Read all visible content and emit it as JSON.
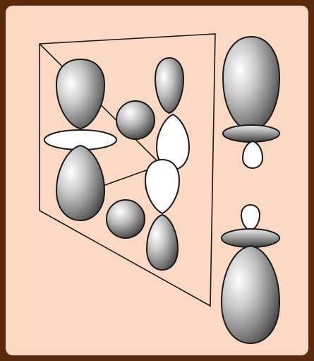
{
  "colors": {
    "frame": "#5a2a0e",
    "panel": "#fcd9c4",
    "lobe_shaded": "#8a8a8a",
    "lobe_empty": "#ffffff",
    "outline": "#1a1a1a"
  },
  "diagram": {
    "subject": "orbital-lobes-and-plane",
    "elements": [
      {
        "name": "plane",
        "kind": "quadrilateral"
      },
      {
        "name": "orbital-left-top-lobe",
        "kind": "lobe",
        "fill": "shaded"
      },
      {
        "name": "orbital-left-ring",
        "kind": "ring",
        "fill": "empty"
      },
      {
        "name": "orbital-left-bottom-lobe",
        "kind": "lobe",
        "fill": "shaded"
      },
      {
        "name": "sphere-upper",
        "kind": "sphere",
        "fill": "shaded"
      },
      {
        "name": "sphere-lower",
        "kind": "sphere",
        "fill": "shaded"
      },
      {
        "name": "orbital-center-top-lobe",
        "kind": "lobe",
        "fill": "shaded"
      },
      {
        "name": "orbital-center-upper-white-lobe",
        "kind": "lobe",
        "fill": "empty"
      },
      {
        "name": "orbital-center-lower-white-lobe",
        "kind": "lobe",
        "fill": "empty"
      },
      {
        "name": "orbital-center-bottom-lobe",
        "kind": "lobe",
        "fill": "shaded"
      },
      {
        "name": "hybrid-top-big-lobe",
        "kind": "lobe",
        "fill": "shaded"
      },
      {
        "name": "hybrid-top-ring",
        "kind": "ring",
        "fill": "shaded"
      },
      {
        "name": "hybrid-top-small-lobe",
        "kind": "lobe",
        "fill": "empty"
      },
      {
        "name": "hybrid-bottom-small-lobe",
        "kind": "lobe",
        "fill": "empty"
      },
      {
        "name": "hybrid-bottom-ring",
        "kind": "ring",
        "fill": "shaded"
      },
      {
        "name": "hybrid-bottom-big-lobe",
        "kind": "lobe",
        "fill": "shaded"
      }
    ]
  }
}
